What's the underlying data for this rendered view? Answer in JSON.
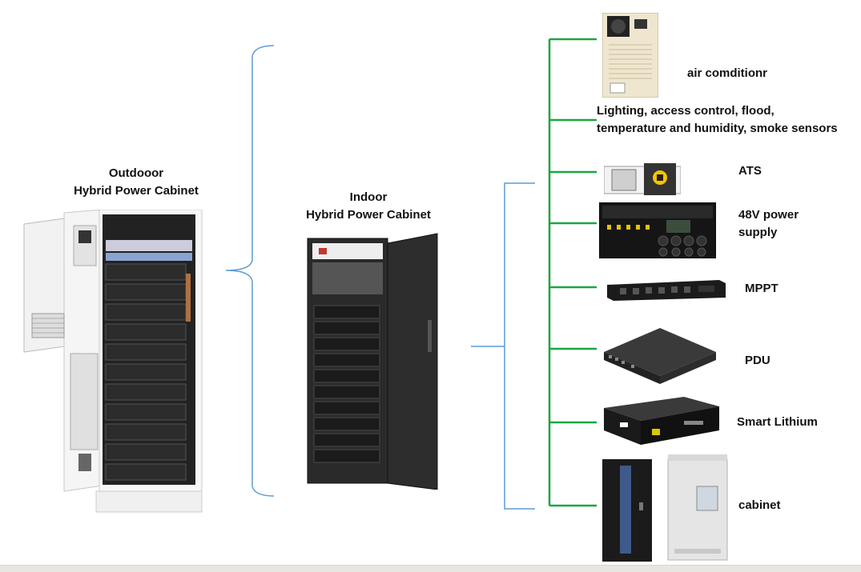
{
  "left_title": {
    "line1": "Outdooor",
    "line2": "Hybrid Power Cabinet"
  },
  "middle_title": {
    "line1": "Indoor",
    "line2": "Hybrid Power Cabinet"
  },
  "components": [
    {
      "label": "air comditionr",
      "icon": "air-conditioner"
    },
    {
      "label": "Lighting, access control, flood,",
      "label2": "temperature and humidity, smoke sensors",
      "icon": "sensors"
    },
    {
      "label": "ATS",
      "icon": "ats"
    },
    {
      "label": "48V power",
      "label2": "supply",
      "icon": "power-supply"
    },
    {
      "label": "MPPT",
      "icon": "mppt"
    },
    {
      "label": "PDU",
      "icon": "pdu"
    },
    {
      "label": "Smart Lithium",
      "icon": "battery"
    },
    {
      "label": "cabinet",
      "icon": "cabinet"
    }
  ],
  "colors": {
    "bracket": "#5b9bd5",
    "tree": "#1aa640"
  }
}
